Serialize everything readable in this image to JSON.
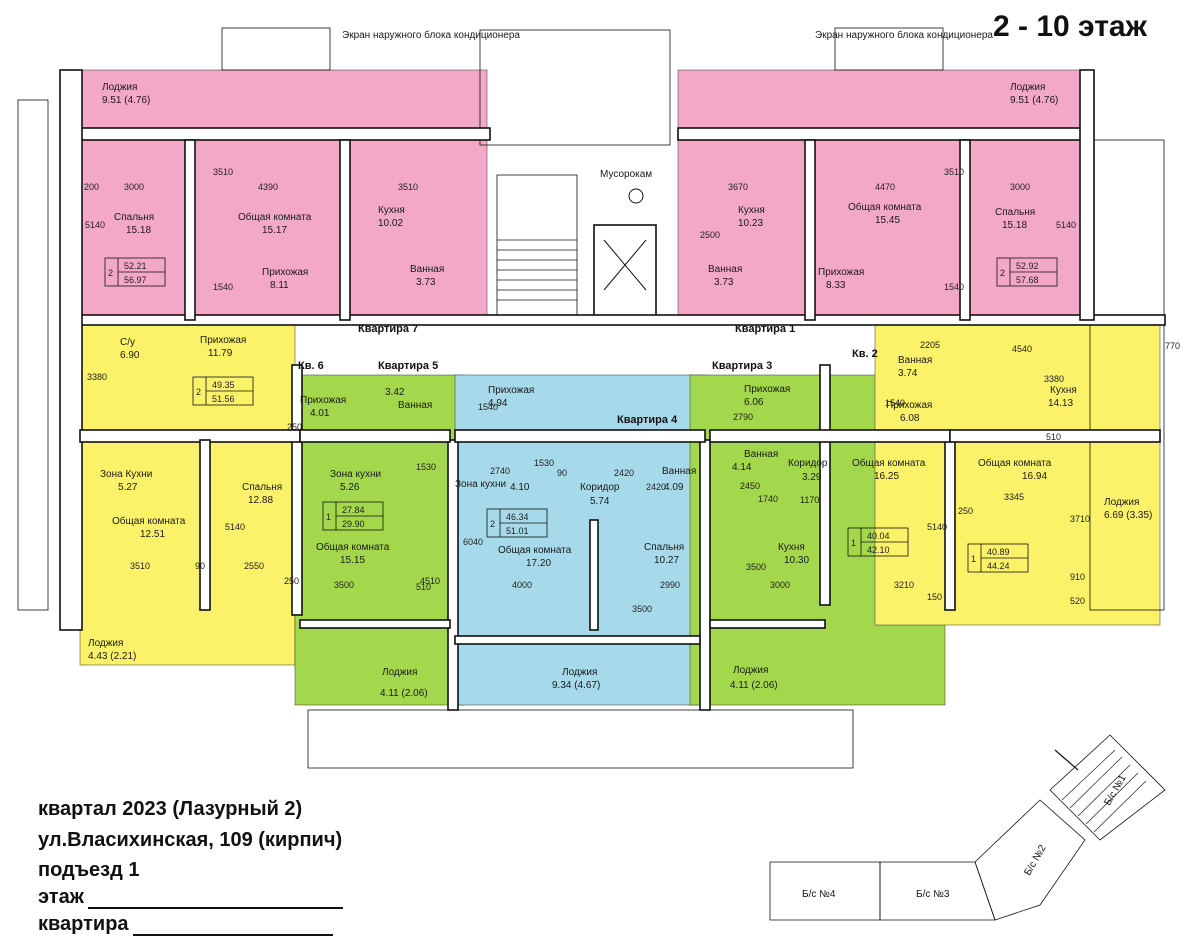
{
  "floor_label": "2 - 10 этаж",
  "colors": {
    "pink": "#f4a8c8",
    "yellow": "#fbf26a",
    "green": "#a4d84c",
    "blue": "#a6daea"
  },
  "ac_screen_left": "Экран наружного блока кондиционера",
  "ac_screen_right": "Экран наружного блока кондиционера",
  "garbage_chute": "Мусорокам",
  "apartments": [
    {
      "id": "apt7",
      "label": "Квартира 7",
      "rooms": [
        "2"
      ],
      "area_living": "52.21",
      "area_total": "56.97"
    },
    {
      "id": "apt1",
      "label": "Квартира 1",
      "rooms": [
        "2"
      ],
      "area_living": "52.92",
      "area_total": "57.68"
    },
    {
      "id": "apt6",
      "label": "Кв. 6",
      "rooms": [
        "2"
      ],
      "area_living": "49.35",
      "area_total": "51.56"
    },
    {
      "id": "apt5",
      "label": "Квартира 5",
      "rooms": [
        "1"
      ],
      "area_living": "27.84",
      "area_total": "29.90"
    },
    {
      "id": "apt4",
      "label": "Квартира 4",
      "rooms": [
        "2"
      ],
      "area_living": "46.34",
      "area_total": "51.01"
    },
    {
      "id": "apt3",
      "label": "Квартира 3",
      "rooms": [
        "1"
      ],
      "area_living": "40.04",
      "area_total": "42.10"
    },
    {
      "id": "apt2",
      "label": "Кв. 2",
      "rooms": [
        "1"
      ],
      "area_living": "40.89",
      "area_total": "44.24"
    }
  ],
  "rooms": [
    {
      "name": "Лоджия",
      "area": "9.51 (4.76)"
    },
    {
      "name": "Спальня",
      "area": "15.18"
    },
    {
      "name": "Общая комната",
      "area": "15.17"
    },
    {
      "name": "Кухня",
      "area": "10.02"
    },
    {
      "name": "Прихожая",
      "area": "8.11"
    },
    {
      "name": "Ванная",
      "area": "3.73"
    },
    {
      "name": "Лоджия",
      "area": "9.51 (4.76)"
    },
    {
      "name": "Кухня",
      "area": "10.23"
    },
    {
      "name": "Общая комната",
      "area": "15.45"
    },
    {
      "name": "Спальня",
      "area": "15.18"
    },
    {
      "name": "Ванная",
      "area": "3.73"
    },
    {
      "name": "Прихожая",
      "area": "8.33"
    },
    {
      "name": "С/у",
      "area": "6.90"
    },
    {
      "name": "Прихожая",
      "area": "11.79"
    },
    {
      "name": "Зона Кухни",
      "area": "5.27"
    },
    {
      "name": "Общая комната",
      "area": "12.51"
    },
    {
      "name": "Спальня",
      "area": "12.88"
    },
    {
      "name": "Лоджия",
      "area": "4.43 (2.21)"
    },
    {
      "name": "Прихожая",
      "area": "4.01"
    },
    {
      "name": "Ванная",
      "area": "3.42"
    },
    {
      "name": "Зона кухни",
      "area": "5.26"
    },
    {
      "name": "Общая комната",
      "area": "15.15"
    },
    {
      "name": "Лоджия",
      "area": "4.11 (2.06)"
    },
    {
      "name": "Прихожая",
      "area": "4.94"
    },
    {
      "name": "Зона кухни",
      "area": "4.10"
    },
    {
      "name": "Коридор",
      "area": "5.74"
    },
    {
      "name": "Ванная",
      "area": "4.09"
    },
    {
      "name": "Общая комната",
      "area": "17.20"
    },
    {
      "name": "Спальня",
      "area": "10.27"
    },
    {
      "name": "Лоджия",
      "area": "9.34 (4.67)"
    },
    {
      "name": "Прихожая",
      "area": "6.06"
    },
    {
      "name": "Ванная",
      "area": "4.14"
    },
    {
      "name": "Коридор",
      "area": "3.29"
    },
    {
      "name": "Кухня",
      "area": "10.30"
    },
    {
      "name": "Общая комната",
      "area": "16.25"
    },
    {
      "name": "Лоджия",
      "area": "4.11 (2.06)"
    },
    {
      "name": "Ванная",
      "area": "3.74"
    },
    {
      "name": "Прихожая",
      "area": "6.08"
    },
    {
      "name": "Кухня",
      "area": "14.13"
    },
    {
      "name": "Общая комната",
      "area": "16.94"
    },
    {
      "name": "Лоджия",
      "area": "6.69 (3.35)"
    }
  ],
  "dims": [
    "200",
    "3000",
    "4390",
    "3510",
    "5140",
    "3510",
    "1540",
    "3670",
    "4470",
    "3000",
    "3510",
    "2500",
    "5140",
    "1540",
    "3380",
    "2205",
    "4540",
    "770",
    "3380",
    "1540",
    "510",
    "3345",
    "3710",
    "910",
    "520",
    "250",
    "1540",
    "1530",
    "4510",
    "3500",
    "510",
    "2740",
    "1530",
    "90",
    "2420",
    "6040",
    "4000",
    "2990",
    "3500",
    "2420",
    "2790",
    "2450",
    "1170",
    "1740",
    "3000",
    "3500",
    "3210",
    "5140",
    "250",
    "150",
    "3510",
    "2550",
    "5140",
    "250",
    "90",
    "2550"
  ],
  "address": {
    "line1": "квартал 2023 (Лазурный 2)",
    "line2": "ул.Власихинская, 109  (кирпич)",
    "line3": "подъезд  1",
    "line4": "этаж",
    "line5": "квартира"
  },
  "keyplan": {
    "s1": "Б/с №1",
    "s2": "Б/с №2",
    "s3": "Б/с №3",
    "s4": "Б/с №4"
  }
}
